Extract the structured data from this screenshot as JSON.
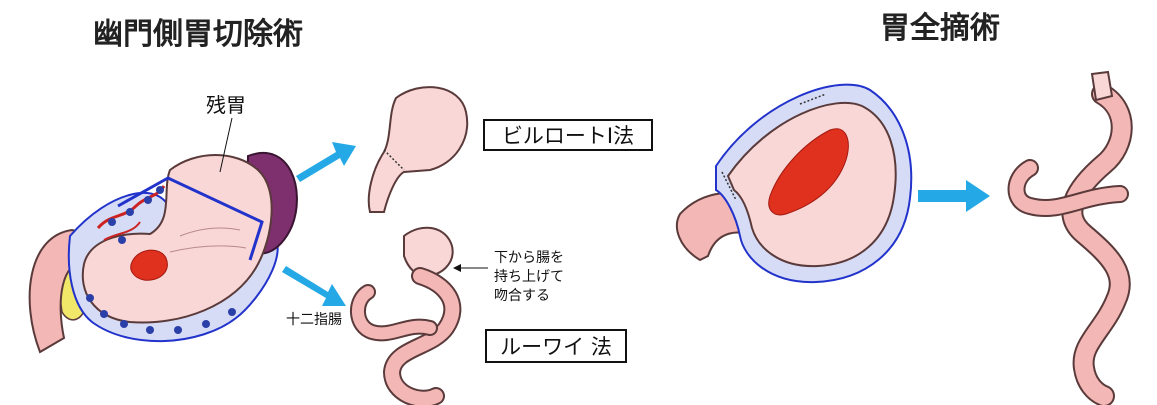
{
  "titles": {
    "distal": "幽門側胃切除術",
    "total": "胃全摘術"
  },
  "labels": {
    "remnant_stomach": "残胃",
    "duodenum": "十二指腸",
    "lift_note": [
      "下から腸を",
      "持ち上げて",
      "吻合する"
    ]
  },
  "methods": {
    "billroth": "ビルロートⅠ法",
    "roux_en_y": "ルーワイ 法"
  },
  "colors": {
    "stomach_fill": "#f9d7d7",
    "stomach_outline": "#5a3a3a",
    "resection_zone": "#d6dcf5",
    "resection_line": "#2233cc",
    "intestine_fill": "#f3b7b5",
    "tumor": "#e0301e",
    "spleen": "#7d2f6e",
    "vessel": "#cc2222",
    "lymph_node": "#2a3fa8",
    "arrow": "#25a9e6",
    "pancreas": "#f1e86a"
  }
}
